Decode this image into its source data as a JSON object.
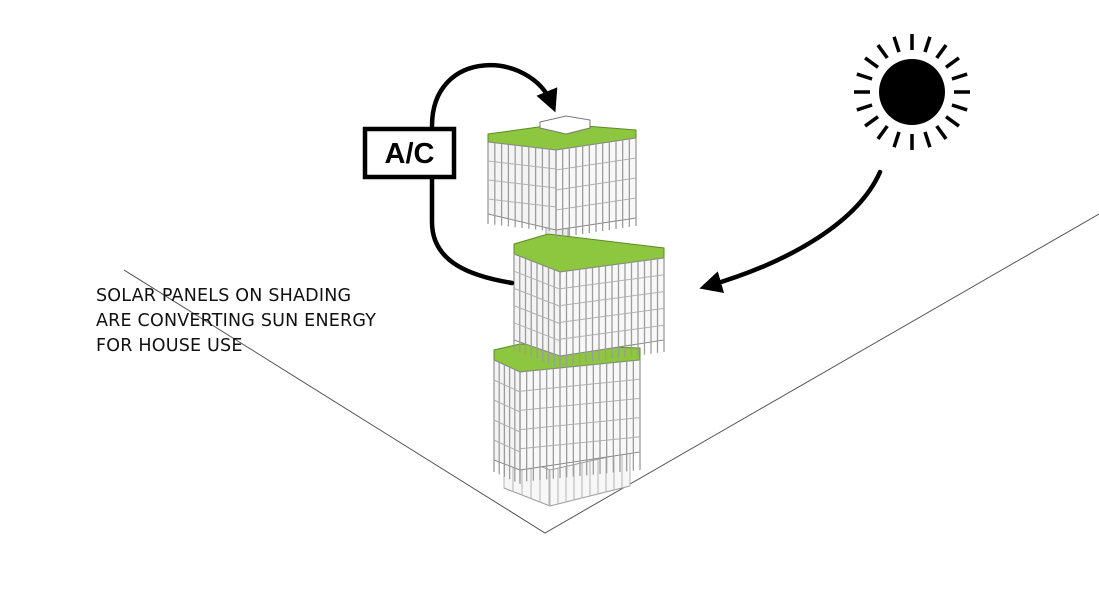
{
  "caption": {
    "line1": "SOLAR PANELS ON SHADING",
    "line2": "ARE CONVERTING SUN ENERGY",
    "line3": "FOR HOUSE USE"
  },
  "ac_box": {
    "label": "A/C"
  },
  "colors": {
    "roof_green": "#8dc63f",
    "ink": "#000000",
    "frame": "#8a8a8a",
    "panel_fill": "#f4f4f4"
  },
  "icons": [
    "sun-icon",
    "ac-loop-arrow",
    "sun-ray-arrow"
  ]
}
